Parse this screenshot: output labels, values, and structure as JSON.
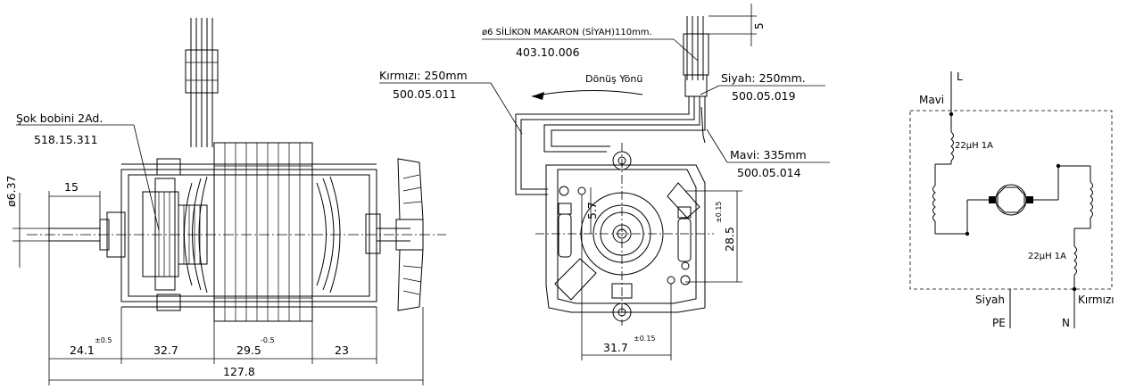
{
  "side_view": {
    "shock_coil_label": "Şok bobini 2Ad.",
    "shock_coil_code": "518.15.311",
    "shaft_diameter": "ø6.37",
    "shaft_length": "15",
    "dim_a": "24.1",
    "dim_a_tol": "±0.5",
    "dim_b": "32.7",
    "dim_c": "29.5",
    "dim_c_tol": "-0.5",
    "dim_d": "23",
    "overall_length": "127.8"
  },
  "front_view": {
    "sleeve_label": "ø6 SİLİKON MAKARON (SİYAH)110mm.",
    "sleeve_code": "403.10.006",
    "rotation_label": "Dönüş Yönü",
    "red_wire_label": "Kırmızı: 250mm",
    "red_wire_code": "500.05.011",
    "black_wire_label": "Siyah: 250mm.",
    "black_wire_code": "500.05.019",
    "blue_wire_label": "Mavi: 335mm",
    "blue_wire_code": "500.05.014",
    "wire_end_dim": "5",
    "dim_57": "5.7",
    "dim_height": "28.5",
    "dim_height_tol": "±0.15",
    "dim_width": "31.7",
    "dim_width_tol": "±0.15"
  },
  "schematic": {
    "terminal_l": "L",
    "wire_blue": "Mavi",
    "coil_top": "22μH 1A",
    "coil_bottom": "22μH 1A",
    "wire_black": "Siyah",
    "wire_red": "Kırmızı",
    "terminal_pe": "PE",
    "terminal_n": "N"
  }
}
